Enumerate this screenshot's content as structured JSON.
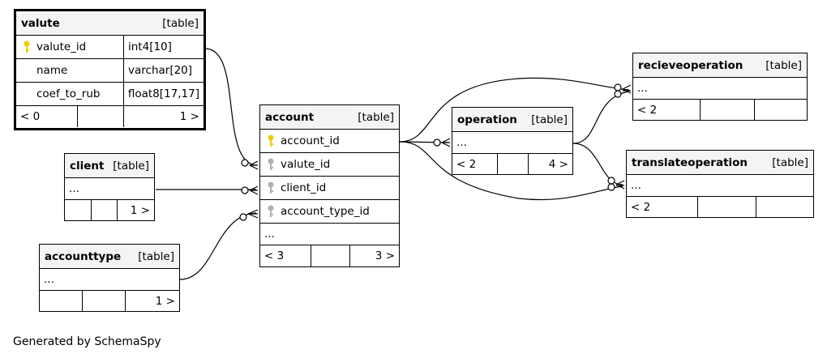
{
  "tables": {
    "valute": {
      "name": "valute",
      "tag": "[table]",
      "columns": [
        {
          "name": "valute_id",
          "type": "int4[10]"
        },
        {
          "name": "name",
          "type": "varchar[20]"
        },
        {
          "name": "coef_to_rub",
          "type": "float8[17,17]"
        }
      ],
      "footer": {
        "left": "< 0",
        "right": "1 >"
      }
    },
    "client": {
      "name": "client",
      "tag": "[table]",
      "row": "...",
      "footer": {
        "right": "1 >"
      }
    },
    "accounttype": {
      "name": "accounttype",
      "tag": "[table]",
      "row": "...",
      "footer": {
        "right": "1 >"
      }
    },
    "account": {
      "name": "account",
      "tag": "[table]",
      "columns": [
        "account_id",
        "valute_id",
        "client_id",
        "account_type_id"
      ],
      "row": "...",
      "footer": {
        "left": "< 3",
        "right": "3 >"
      }
    },
    "operation": {
      "name": "operation",
      "tag": "[table]",
      "row": "...",
      "footer": {
        "left": "< 2",
        "right": "4 >"
      }
    },
    "recieveoperation": {
      "name": "recieveoperation",
      "tag": "[table]",
      "row": "...",
      "footer": {
        "left": "< 2"
      }
    },
    "translateoperation": {
      "name": "translateoperation",
      "tag": "[table]",
      "row": "...",
      "footer": {
        "left": "< 2"
      }
    }
  },
  "colors": {
    "primary_key": "#e6d200",
    "foreign_key": "#b0b0b0",
    "line": "#000000"
  },
  "footer_text": "Generated by SchemaSpy"
}
